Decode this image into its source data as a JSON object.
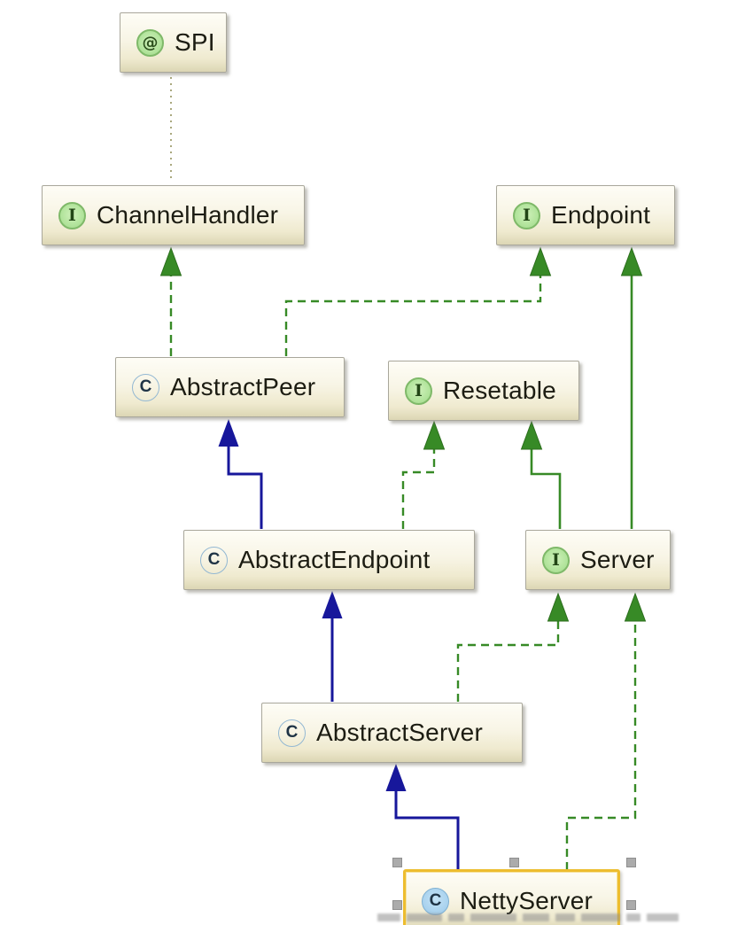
{
  "diagram_type": "uml-class-hierarchy",
  "nodes": {
    "spi": {
      "label": "SPI",
      "stereotype": "annotation",
      "icon_glyph": "@"
    },
    "channel_handler": {
      "label": "ChannelHandler",
      "stereotype": "interface",
      "icon_glyph": "I"
    },
    "endpoint": {
      "label": "Endpoint",
      "stereotype": "interface",
      "icon_glyph": "I"
    },
    "abstract_peer": {
      "label": "AbstractPeer",
      "stereotype": "abstract-class",
      "icon_glyph": "C"
    },
    "resetable": {
      "label": "Resetable",
      "stereotype": "interface",
      "icon_glyph": "I"
    },
    "abstract_endpoint": {
      "label": "AbstractEndpoint",
      "stereotype": "abstract-class",
      "icon_glyph": "C"
    },
    "server": {
      "label": "Server",
      "stereotype": "interface",
      "icon_glyph": "I"
    },
    "abstract_server": {
      "label": "AbstractServer",
      "stereotype": "abstract-class",
      "icon_glyph": "C"
    },
    "netty_server": {
      "label": "NettyServer",
      "stereotype": "class",
      "icon_glyph": "C",
      "selected": true
    }
  },
  "edges": [
    {
      "from": "SPI",
      "to": "ChannelHandler",
      "relationship": "annotates",
      "line": "dotted-olive"
    },
    {
      "from": "AbstractPeer",
      "to": "ChannelHandler",
      "relationship": "implements",
      "line": "dashed-green"
    },
    {
      "from": "AbstractPeer",
      "to": "Endpoint",
      "relationship": "implements",
      "line": "dashed-green"
    },
    {
      "from": "AbstractEndpoint",
      "to": "AbstractPeer",
      "relationship": "extends",
      "line": "solid-blue"
    },
    {
      "from": "AbstractEndpoint",
      "to": "Resetable",
      "relationship": "implements",
      "line": "dashed-green"
    },
    {
      "from": "Server",
      "to": "Resetable",
      "relationship": "extends",
      "line": "solid-green"
    },
    {
      "from": "Server",
      "to": "Endpoint",
      "relationship": "extends",
      "line": "solid-green"
    },
    {
      "from": "AbstractServer",
      "to": "AbstractEndpoint",
      "relationship": "extends",
      "line": "solid-blue"
    },
    {
      "from": "AbstractServer",
      "to": "Server",
      "relationship": "implements",
      "line": "dashed-green"
    },
    {
      "from": "NettyServer",
      "to": "AbstractServer",
      "relationship": "extends",
      "line": "solid-blue"
    },
    {
      "from": "NettyServer",
      "to": "Server",
      "relationship": "implements",
      "line": "dashed-green"
    }
  ],
  "selection": {
    "selected_node": "NettyServer",
    "handle_count_visible": 5
  },
  "colors": {
    "implements_green": "#378a26",
    "extends_blue": "#17179b",
    "annotation_dotted": "#a9a87e",
    "selection_gold": "#edbd2f",
    "node_fill_top": "#fefdf6",
    "node_fill_bottom": "#dcd6b4",
    "handle_gray": "#ababab"
  }
}
